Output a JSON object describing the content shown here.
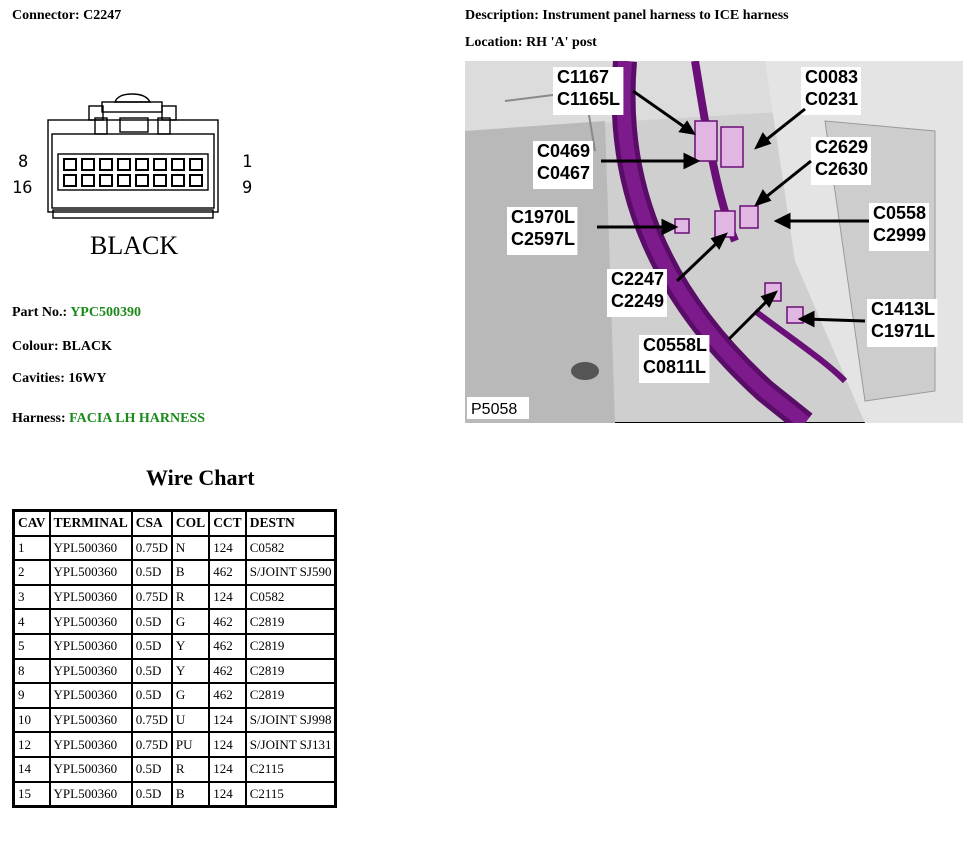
{
  "header": {
    "connector_label": "Connector:",
    "connector_value": "C2247",
    "description_label": "Description:",
    "description_value": "Instrument panel harness to ICE harness",
    "location_label": "Location:",
    "location_value": "RH 'A' post"
  },
  "connector_drawing": {
    "pin_top_left": "8",
    "pin_top_right": "1",
    "pin_bottom_left": "16",
    "pin_bottom_right": "9",
    "colour_text": "BLACK"
  },
  "details": {
    "part_no_label": "Part No.:",
    "part_no_value": "YPC500390",
    "colour_label": "Colour:",
    "colour_value": "BLACK",
    "cavities_label": "Cavities:",
    "cavities_value": "16WY",
    "harness_label": "Harness:",
    "harness_value": "FACIA LH HARNESS"
  },
  "photo": {
    "image_ref": "P5058",
    "callouts": [
      {
        "lines": [
          "C1167",
          "C1165L"
        ]
      },
      {
        "lines": [
          "C0083",
          "C0231"
        ]
      },
      {
        "lines": [
          "C0469",
          "C0467"
        ]
      },
      {
        "lines": [
          "C2629",
          "C2630"
        ]
      },
      {
        "lines": [
          "C1970L",
          "C2597L"
        ]
      },
      {
        "lines": [
          "C0558",
          "C2999"
        ]
      },
      {
        "lines": [
          "C2247",
          "C2249"
        ]
      },
      {
        "lines": [
          "C1413L",
          "C1971L"
        ]
      },
      {
        "lines": [
          "C0558L",
          "C0811L"
        ]
      }
    ]
  },
  "wire_chart": {
    "title": "Wire Chart",
    "columns": [
      "CAV",
      "TERMINAL",
      "CSA",
      "COL",
      "CCT",
      "DESTN"
    ],
    "rows": [
      [
        "1",
        "YPL500360",
        "0.75D",
        "N",
        "124",
        "C0582"
      ],
      [
        "2",
        "YPL500360",
        "0.5D",
        "B",
        "462",
        "S/JOINT SJ590"
      ],
      [
        "3",
        "YPL500360",
        "0.75D",
        "R",
        "124",
        "C0582"
      ],
      [
        "4",
        "YPL500360",
        "0.5D",
        "G",
        "462",
        "C2819"
      ],
      [
        "5",
        "YPL500360",
        "0.5D",
        "Y",
        "462",
        "C2819"
      ],
      [
        "8",
        "YPL500360",
        "0.5D",
        "Y",
        "462",
        "C2819"
      ],
      [
        "9",
        "YPL500360",
        "0.5D",
        "G",
        "462",
        "C2819"
      ],
      [
        "10",
        "YPL500360",
        "0.75D",
        "U",
        "124",
        "S/JOINT SJ998"
      ],
      [
        "12",
        "YPL500360",
        "0.75D",
        "PU",
        "124",
        "S/JOINT SJ131"
      ],
      [
        "14",
        "YPL500360",
        "0.5D",
        "R",
        "124",
        "C2115"
      ],
      [
        "15",
        "YPL500360",
        "0.5D",
        "B",
        "124",
        "C2115"
      ]
    ]
  },
  "colors": {
    "link_green": "#1a8a1a",
    "harness_purple": "#6a0f78",
    "connector_pink": "#d8a6d8"
  }
}
